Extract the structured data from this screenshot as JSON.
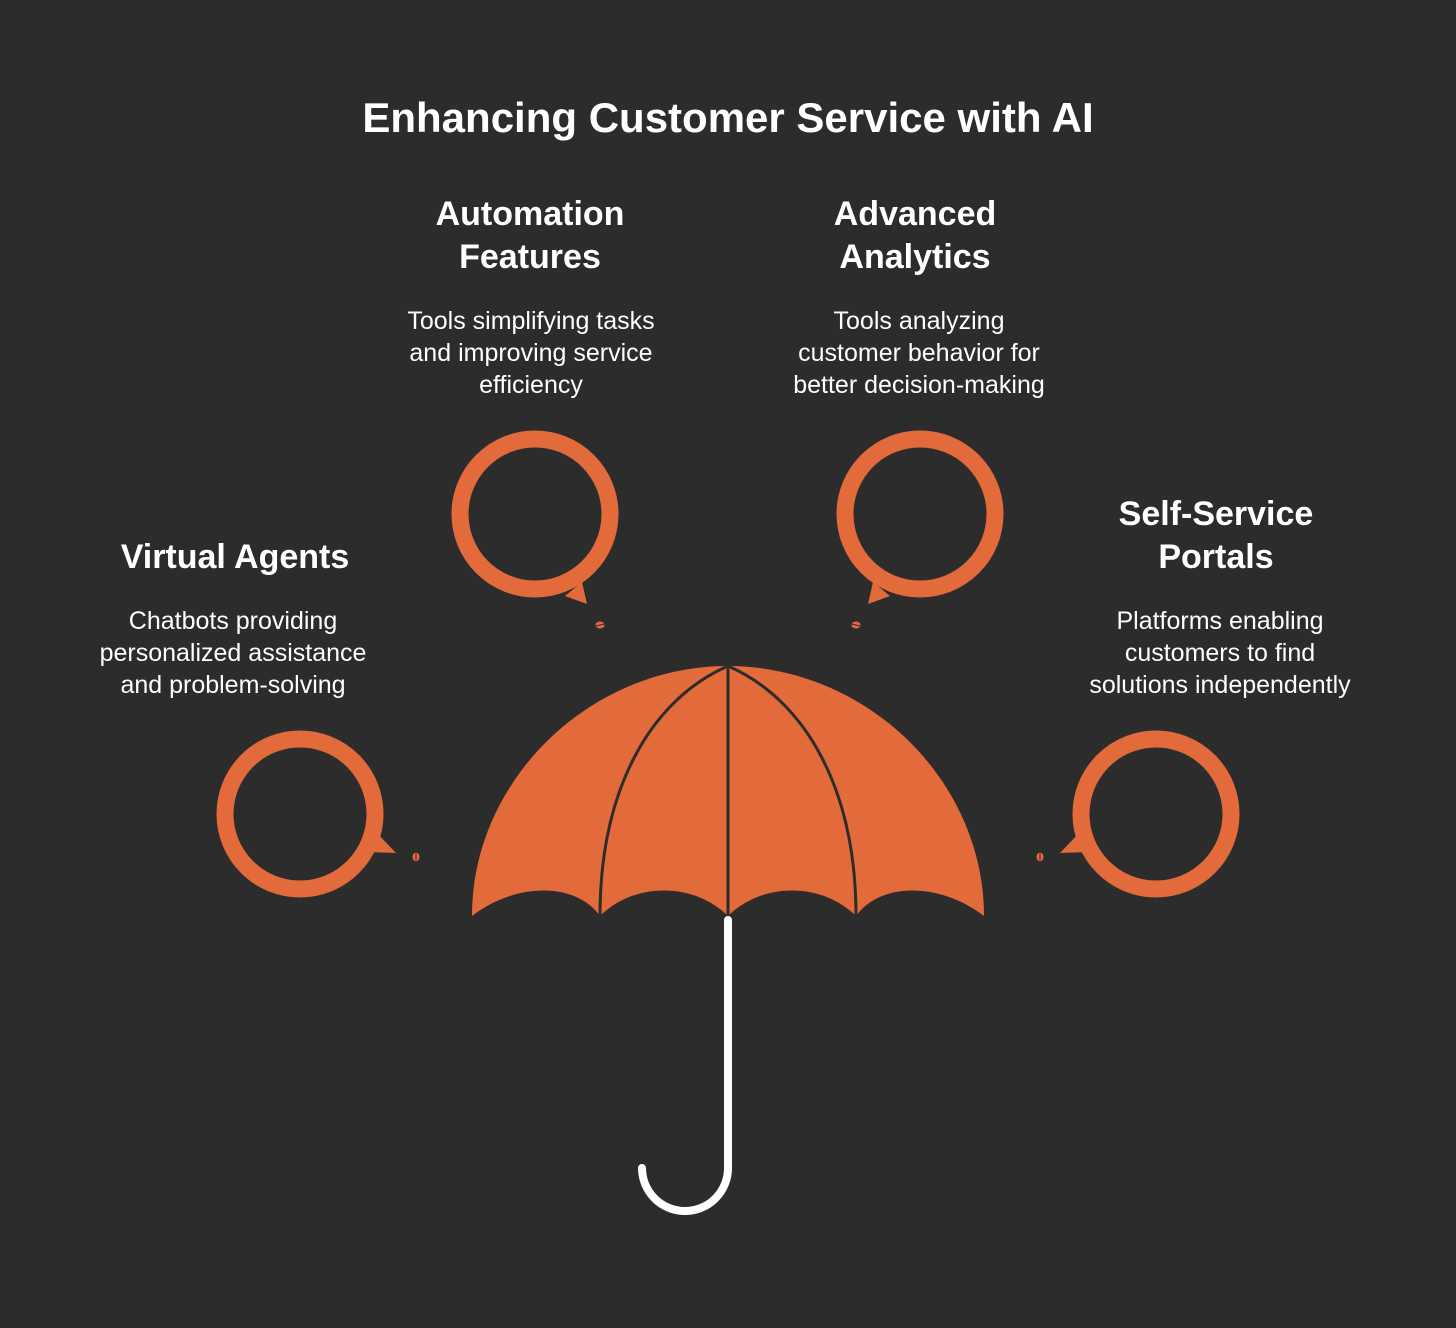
{
  "title": "Enhancing Customer Service with AI",
  "colors": {
    "background": "#2c2c2c",
    "accent": "#e36b3b",
    "text": "#ffffff",
    "handle": "#ffffff"
  },
  "items": [
    {
      "heading_line1": "Automation",
      "heading_line2": "Features",
      "description_line1": "Tools simplifying tasks",
      "description_line2": "and improving service",
      "description_line3": "efficiency",
      "icon": "speech-bubble-icon"
    },
    {
      "heading_line1": "Advanced",
      "heading_line2": "Analytics",
      "description_line1": "Tools analyzing",
      "description_line2": "customer behavior for",
      "description_line3": "better decision-making",
      "icon": "speech-bubble-icon"
    },
    {
      "heading_line1": "Virtual Agents",
      "description_line1": "Chatbots providing",
      "description_line2": "personalized assistance",
      "description_line3": "and problem-solving",
      "icon": "speech-bubble-icon"
    },
    {
      "heading_line1": "Self-Service",
      "heading_line2": "Portals",
      "description_line1": "Platforms enabling",
      "description_line2": "customers to find",
      "description_line3": "solutions independently",
      "icon": "speech-bubble-icon"
    }
  ],
  "center_icon": "umbrella-icon"
}
